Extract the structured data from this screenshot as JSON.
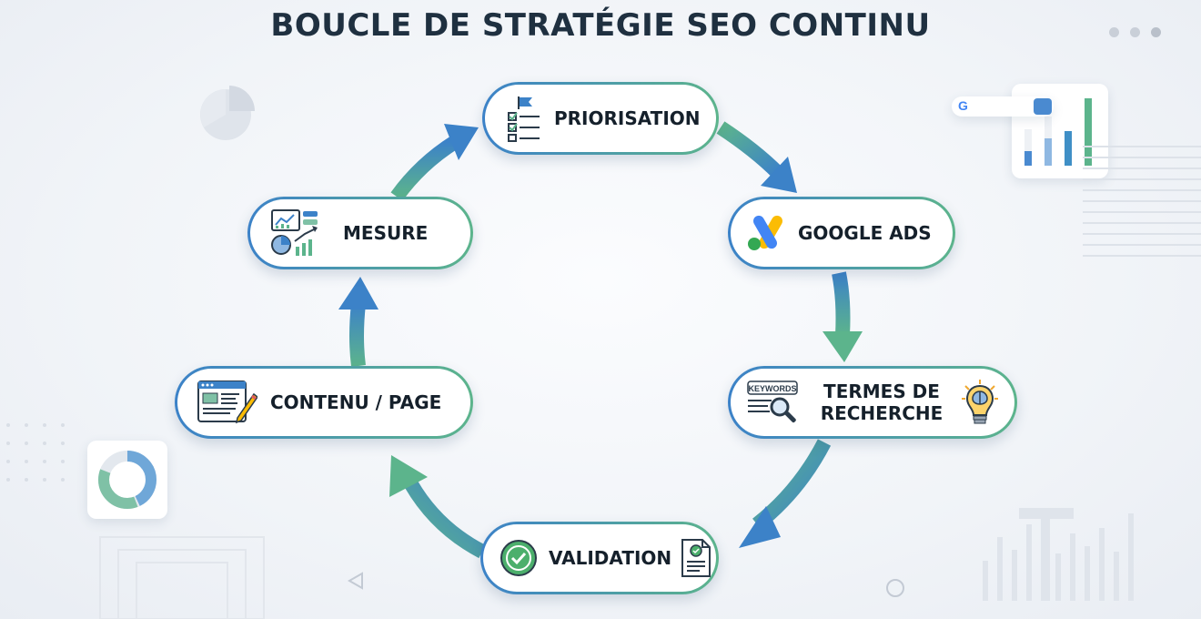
{
  "title": "BOUCLE DE STRATÉGIE SEO CONTINU",
  "nodes": {
    "priorisation": {
      "label": "PRIORISATION",
      "icon": "checklist-flag-icon"
    },
    "google_ads": {
      "label": "GOOGLE ADS",
      "icon": "google-ads-logo-icon"
    },
    "termes": {
      "label_line1": "TERMES DE",
      "label_line2": "RECHERCHE",
      "icon": "keywords-magnifier-icon",
      "icon2": "brain-lightbulb-icon",
      "keyword_tag": "KEYWORDS"
    },
    "validation": {
      "label": "VALIDATION",
      "icon": "check-circle-icon",
      "icon2": "approved-document-icon"
    },
    "contenu": {
      "label": "CONTENU / PAGE",
      "icon": "webpage-edit-icon"
    },
    "mesure": {
      "label": "MESURE",
      "icon": "analytics-dashboard-icon"
    }
  },
  "search_widget": {
    "logo_letter": "G"
  },
  "colors": {
    "blue": "#3c82c8",
    "green": "#5cb48c",
    "title": "#1f3040"
  }
}
